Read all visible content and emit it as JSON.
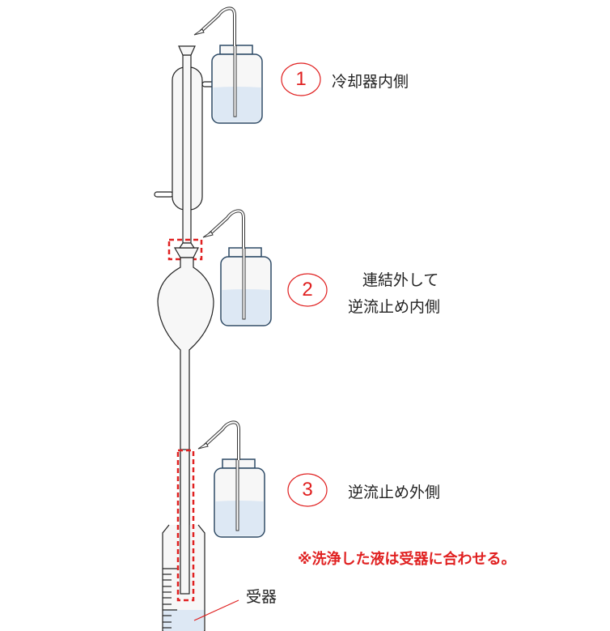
{
  "steps": [
    {
      "number": "1",
      "label_lines": [
        "冷却器内側"
      ]
    },
    {
      "number": "2",
      "label_lines": [
        "連結外して",
        "逆流止め内側"
      ]
    },
    {
      "number": "3",
      "label_lines": [
        "逆流止め外側"
      ]
    }
  ],
  "note": "※洗浄した液は受器に合わせる。",
  "receiver_label": "受器",
  "colors": {
    "accent": "#e02020",
    "liquid": "#dde8f4",
    "glass": "#f7f7f7",
    "bottle_outline": "#2d4a66"
  }
}
